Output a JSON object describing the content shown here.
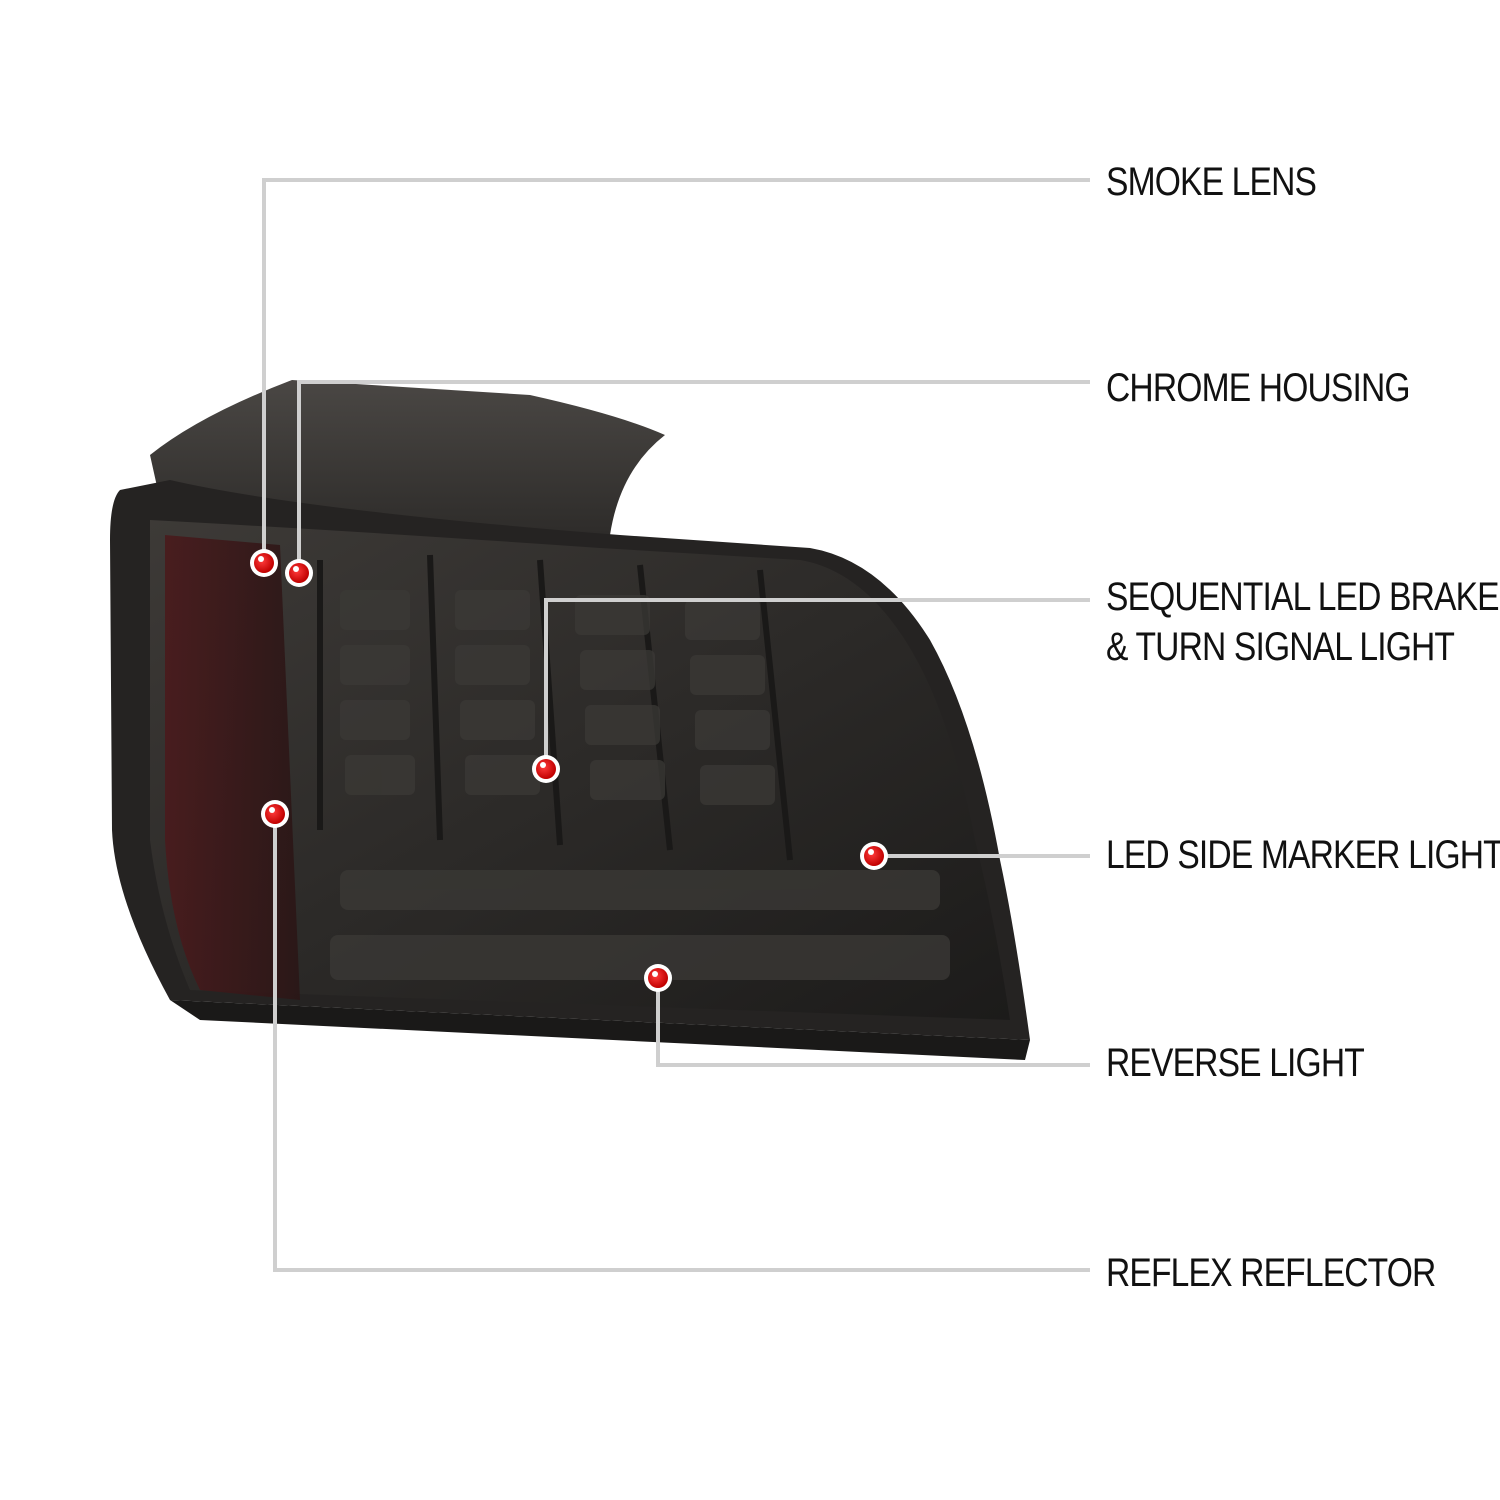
{
  "callouts": [
    {
      "id": "smoke-lens",
      "lines": [
        "SMOKE LENS"
      ]
    },
    {
      "id": "chrome-housing",
      "lines": [
        "CHROME HOUSING"
      ]
    },
    {
      "id": "sequential-led",
      "lines": [
        "SEQUENTIAL LED BRAKE",
        "& TURN SIGNAL LIGHT"
      ]
    },
    {
      "id": "led-side-marker",
      "lines": [
        "LED SIDE MARKER LIGHT"
      ]
    },
    {
      "id": "reverse-light",
      "lines": [
        "REVERSE LIGHT"
      ]
    },
    {
      "id": "reflex-reflector",
      "lines": [
        "REFLEX REFLECTOR"
      ]
    }
  ],
  "colors": {
    "background": "#ffffff",
    "leader_line": "#cfcfcf",
    "marker_dot": "#d40000",
    "label_text": "#111111",
    "lens_dark": "#2a2826",
    "housing_top": "#3a3835"
  }
}
